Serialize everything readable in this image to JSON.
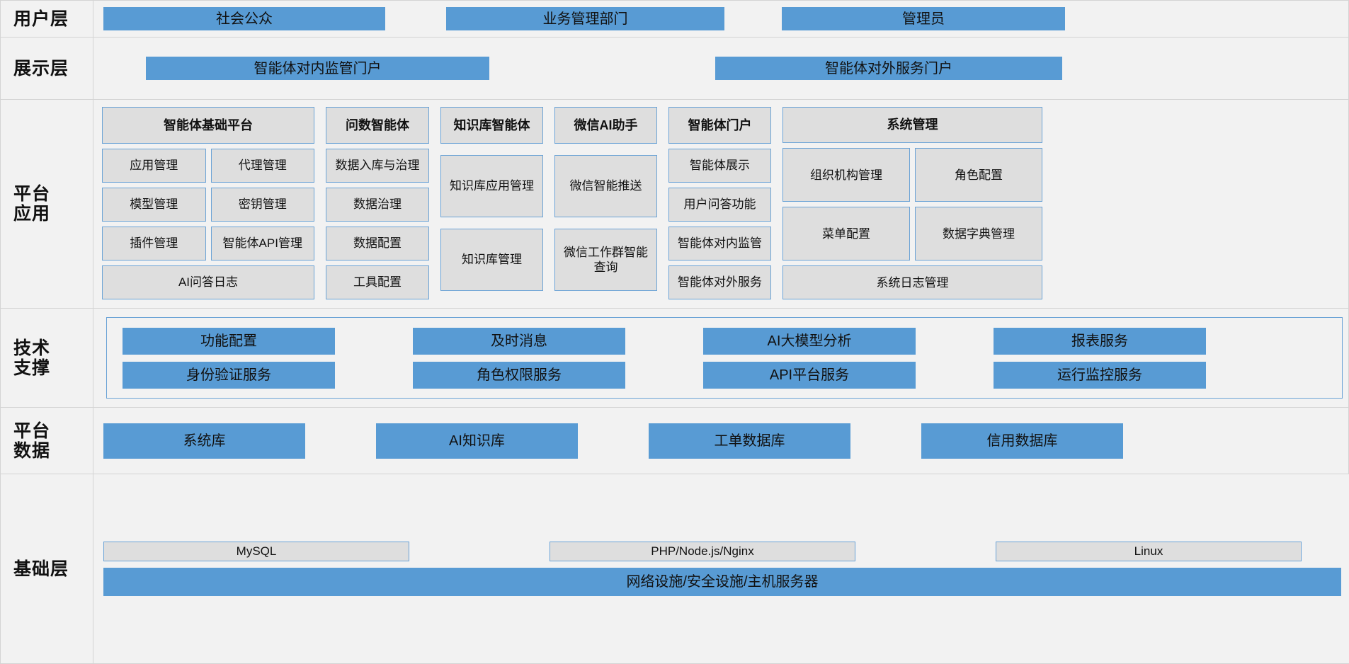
{
  "layers": [
    {
      "id": "user",
      "label_lines": [
        "用户层"
      ],
      "items": [
        {
          "text": "社会公众"
        },
        {
          "text": "业务管理部门"
        },
        {
          "text": "管理员"
        }
      ]
    },
    {
      "id": "presentation",
      "label_lines": [
        "展示层"
      ],
      "items": [
        {
          "text": "智能体对内监管门户"
        },
        {
          "text": "智能体对外服务门户"
        }
      ]
    },
    {
      "id": "platform_application",
      "label_lines": [
        "平台",
        "应用"
      ],
      "columns": [
        {
          "id": "agent_base_platform",
          "header": "智能体基础平台",
          "pairs": [
            [
              "应用管理",
              "代理管理"
            ],
            [
              "模型管理",
              "密钥管理"
            ],
            [
              "插件管理",
              "智能体API管理"
            ]
          ],
          "wide": [
            "AI问答日志"
          ]
        },
        {
          "id": "ask_data_agent",
          "header": "问数智能体",
          "items": [
            "数据入库与治理",
            "数据治理",
            "数据配置",
            "工具配置"
          ]
        },
        {
          "id": "knowledge_base_agent",
          "header": "知识库智能体",
          "items": [
            "知识库应用管理",
            "知识库管理"
          ]
        },
        {
          "id": "wechat_ai_assistant",
          "header": "微信AI助手",
          "items": [
            "微信智能推送",
            "微信工作群智能查询"
          ]
        },
        {
          "id": "agent_portal",
          "header": "智能体门户",
          "items": [
            "智能体展示",
            "用户问答功能",
            "智能体对内监管",
            "智能体对外服务"
          ]
        },
        {
          "id": "system_management",
          "header": "系统管理",
          "pairs": [
            [
              "组织机构管理",
              "角色配置"
            ],
            [
              "菜单配置",
              "数据字典管理"
            ]
          ],
          "wide": [
            "系统日志管理"
          ]
        }
      ]
    },
    {
      "id": "technical_support",
      "label_lines": [
        "技术",
        "支撑"
      ],
      "rows": [
        [
          "功能配置",
          "及时消息",
          "AI大模型分析",
          "报表服务"
        ],
        [
          "身份验证服务",
          "角色权限服务",
          "API平台服务",
          "运行监控服务"
        ]
      ]
    },
    {
      "id": "platform_data",
      "label_lines": [
        "平台",
        "数据"
      ],
      "items": [
        "系统库",
        "AI知识库",
        "工单数据库",
        "信用数据库"
      ]
    },
    {
      "id": "infrastructure",
      "label_lines": [
        "基础层"
      ],
      "stack": [
        "MySQL",
        "PHP/Node.js/Nginx",
        "Linux"
      ],
      "foundation": "网络设施/安全设施/主机服务器"
    }
  ],
  "colors": {
    "blue_fill": "#589bd4",
    "grey_fill": "#dedede",
    "grey_border": "#6ba3d6",
    "band_bg": "#f2f2f2",
    "band_border": "#d4d4d4",
    "text": "#111111"
  }
}
